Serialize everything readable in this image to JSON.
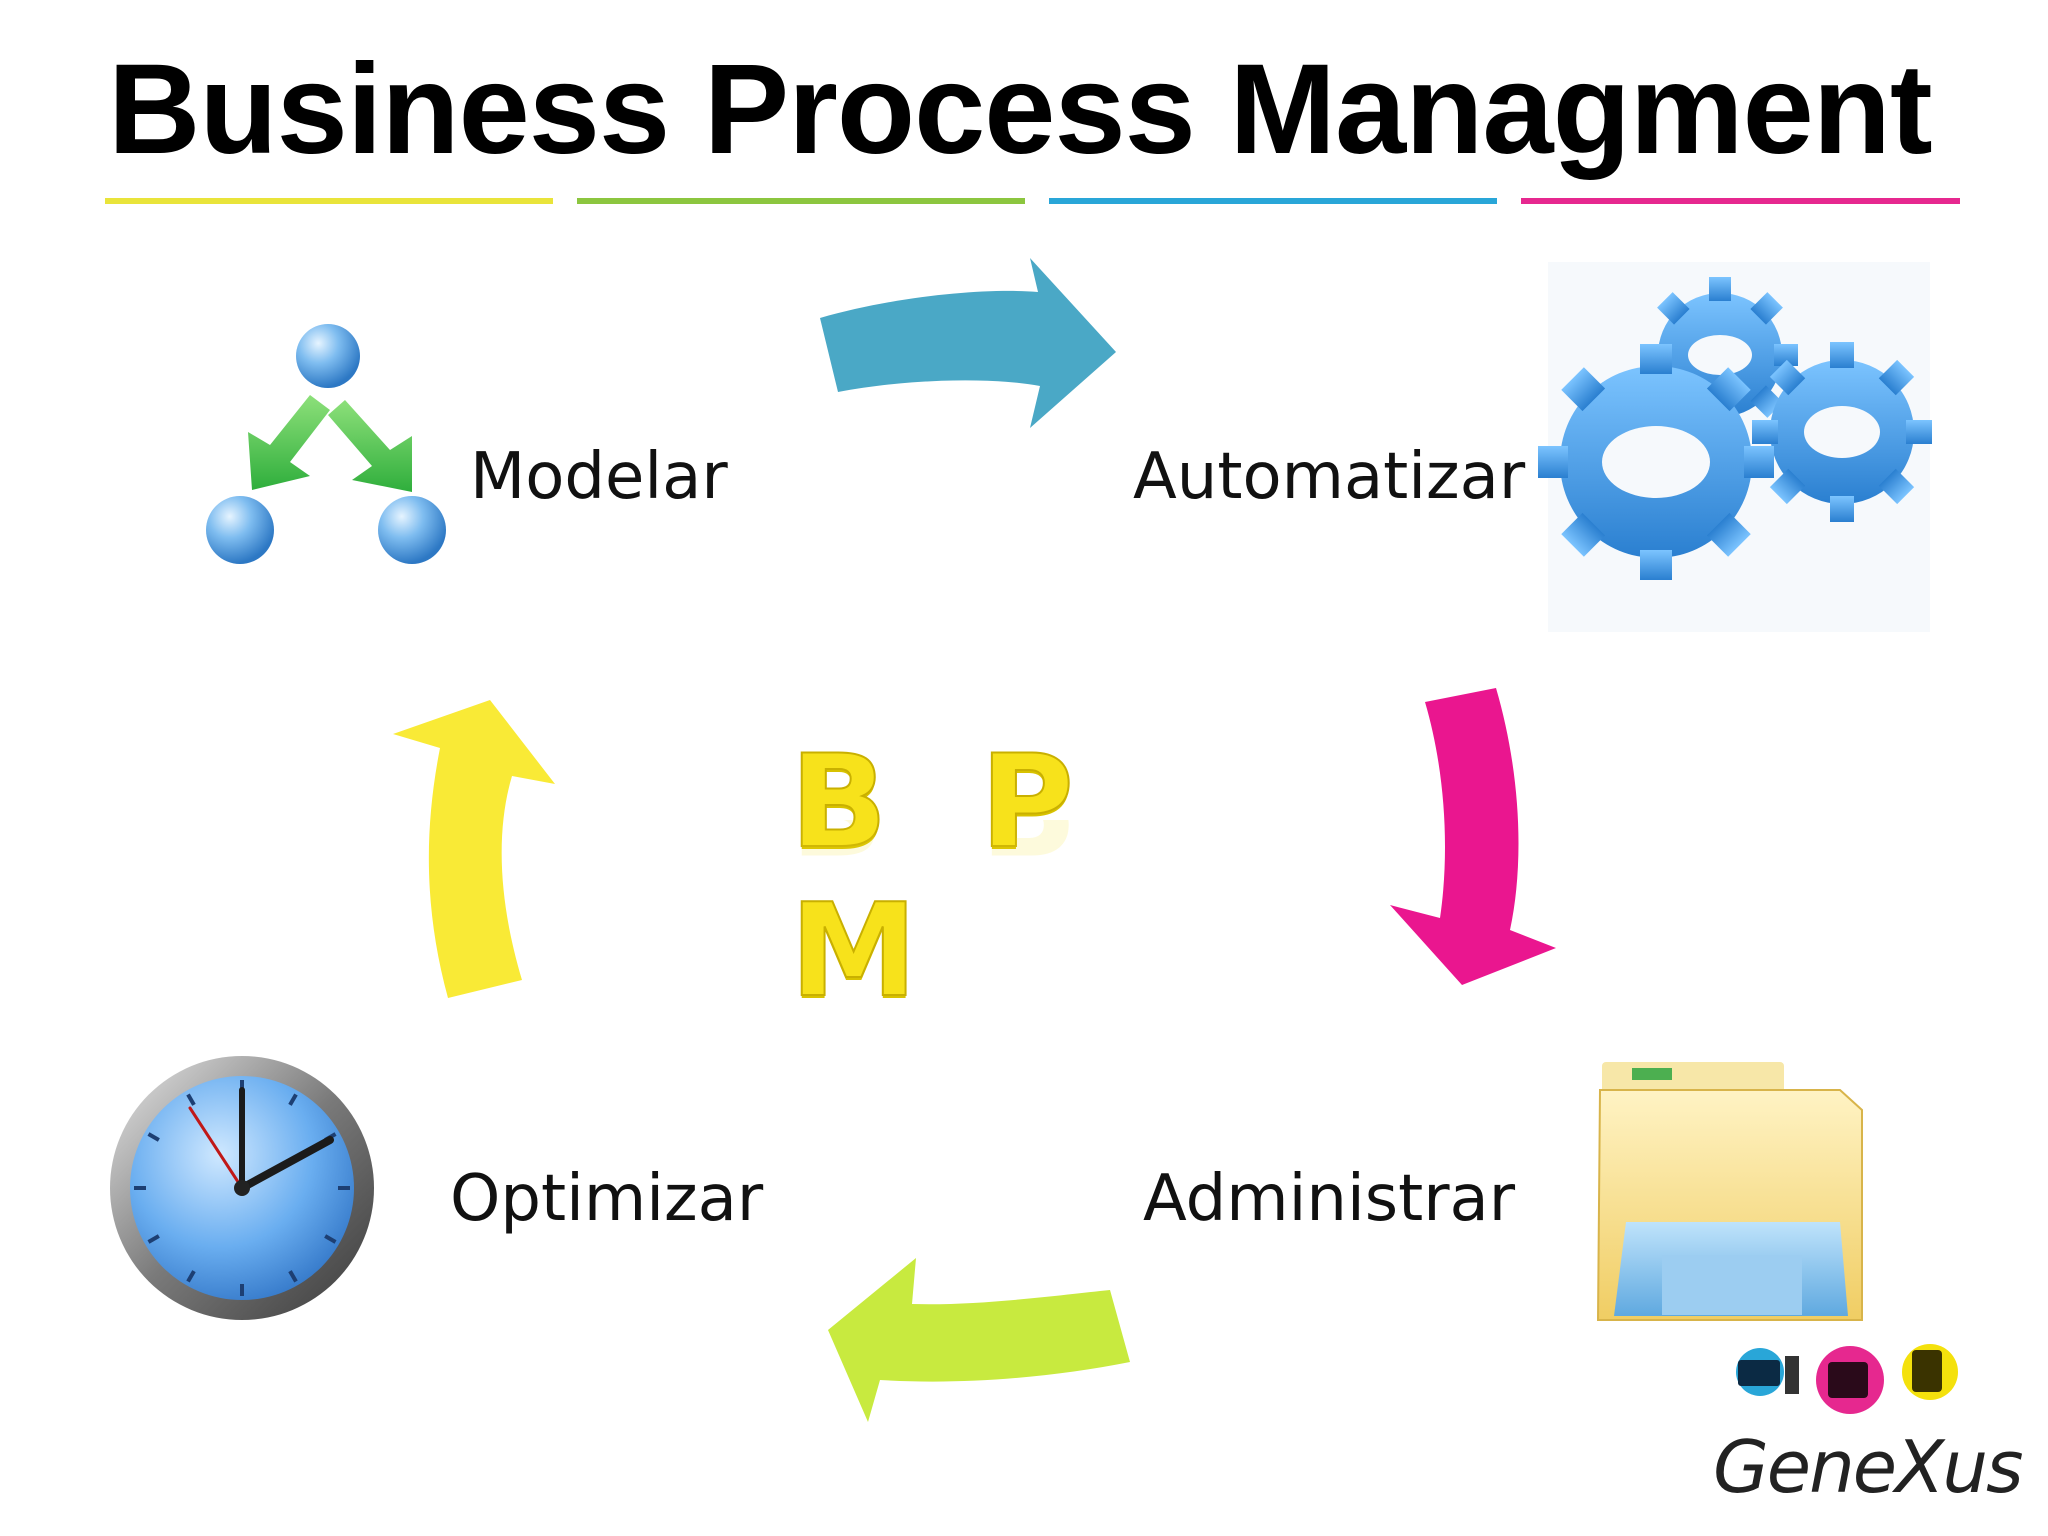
{
  "title": "Business Process Managment",
  "rule_colors": [
    "#e9e43a",
    "#8cc63f",
    "#29a6d8",
    "#e6288f"
  ],
  "center_label": "B P M",
  "steps": {
    "modelar": {
      "label": "Modelar",
      "icon": "network-nodes-icon"
    },
    "automatizar": {
      "label": "Automatizar",
      "icon": "gears-icon"
    },
    "administrar": {
      "label": "Administrar",
      "icon": "folder-icon"
    },
    "optimizar": {
      "label": "Optimizar",
      "icon": "clock-icon"
    }
  },
  "arrow_colors": {
    "modelar_to_automatizar": "#4aa8c6",
    "automatizar_to_administrar": "#ea168f",
    "administrar_to_optimizar": "#c8ea3f",
    "optimizar_to_modelar": "#f9ea36"
  },
  "logo": {
    "text": "GeneXus"
  }
}
